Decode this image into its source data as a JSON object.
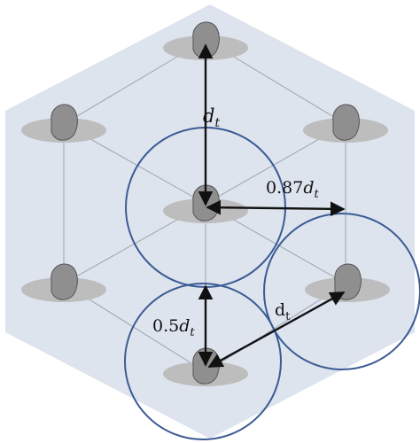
{
  "colors": {
    "hexagon_fill": "#dde4ee",
    "lattice_line": "#9aa3ad",
    "circle": "#3b5b94",
    "arrow": "#111111",
    "particle_body": "#8f8f8f",
    "particle_shadow": "#bdbdbd"
  },
  "labels": {
    "dt_vertical": {
      "value": "d",
      "subscript": "t"
    },
    "dt_horizontal": {
      "coefficient": "0.87",
      "value": "d",
      "subscript": "t"
    },
    "dt_diagonal": {
      "value": "d",
      "subscript": "t"
    },
    "dt_half": {
      "coefficient": "0.5",
      "value": "d",
      "subscript": "t"
    }
  },
  "icons": {
    "particle": "particle-icon"
  }
}
